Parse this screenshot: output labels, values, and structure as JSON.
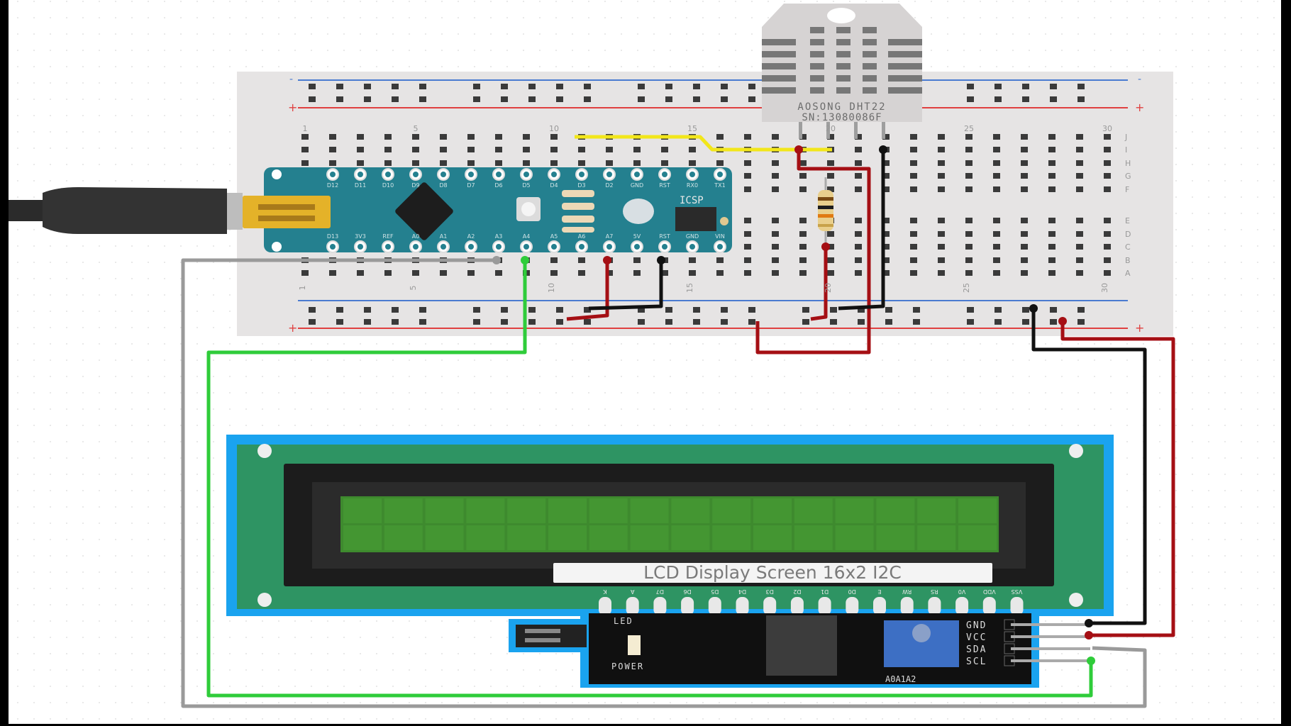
{
  "breadboard": {
    "column_numbers": [
      "1",
      "5",
      "10",
      "15",
      "20",
      "25",
      "30"
    ],
    "top_row_letters": [
      "J",
      "I",
      "H",
      "G",
      "F"
    ],
    "bottom_row_letters": [
      "E",
      "D",
      "C",
      "B",
      "A"
    ],
    "rail_plus": "+",
    "rail_minus": "-"
  },
  "sensor": {
    "brand_line": "AOSONG DHT22",
    "serial_line": "SN:13080086F"
  },
  "arduino": {
    "icsp_label": "ICSP",
    "top_pins": [
      "D12",
      "D11",
      "D10",
      "D9",
      "D8",
      "D7",
      "D6",
      "D5",
      "D4",
      "D3",
      "D2",
      "GND",
      "RST",
      "RX0",
      "TX1"
    ],
    "bottom_pins": [
      "D13",
      "3V3",
      "REF",
      "A0",
      "A1",
      "A2",
      "A3",
      "A4",
      "A5",
      "A6",
      "A7",
      "5V",
      "RST",
      "GND",
      "VIN"
    ]
  },
  "lcd": {
    "title": "LCD Display Screen 16x2 I2C",
    "pins": [
      "K",
      "A",
      "D7",
      "D6",
      "D5",
      "D4",
      "D3",
      "D2",
      "D1",
      "D0",
      "E",
      "RW",
      "RS",
      "V0",
      "VDD",
      "VSS"
    ],
    "backpack": {
      "led_label": "LED",
      "power_label": "POWER",
      "address_label": "A0A1A2",
      "header_pins": [
        "GND",
        "VCC",
        "SDA",
        "SCL"
      ]
    }
  },
  "colors": {
    "breadboard": "#e6e4e4",
    "arduino": "#24808f",
    "lcd_pcb": "#2e9463",
    "lcd_outline": "#1aa3ef",
    "wire_red": "#a50f14",
    "wire_black": "#111111",
    "wire_green": "#2fcc3a",
    "wire_gray": "#9a9a9a",
    "wire_yellow": "#f2e61a"
  }
}
